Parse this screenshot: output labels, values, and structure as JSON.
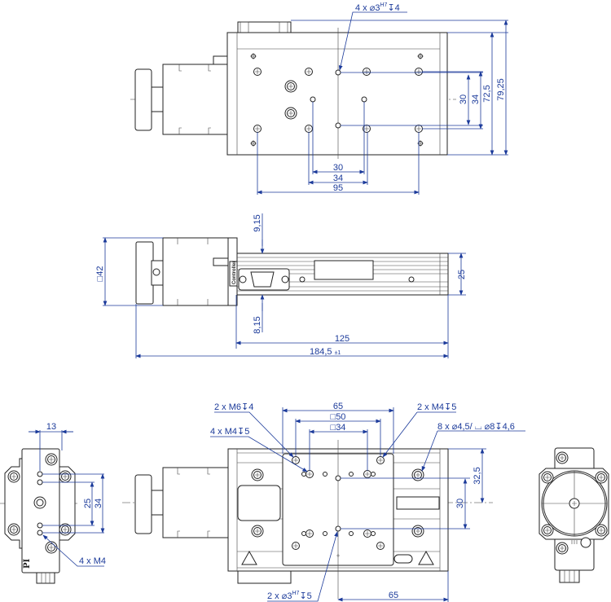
{
  "top_view": {
    "callout_hole": {
      "text": "4 x ⌀3",
      "fit": "H7",
      "depth": "↧4"
    },
    "dim_h": [
      "30",
      "34",
      "95"
    ],
    "dim_v": [
      "30",
      "34",
      "72,5",
      "79,25"
    ]
  },
  "side_view": {
    "dim_9_15": "9,15",
    "dim_42": "□42",
    "dim_25": "25",
    "dim_8_15": "8,15",
    "dim_125": "125",
    "dim_184": "184,5",
    "dim_184_tol": "±1",
    "connector_label": "Controller"
  },
  "bottom_view": {
    "callout_m6": "2 x M6↧4",
    "callout_m4_2": "2 x M4↧5",
    "callout_m4_4": "4 x M4↧5",
    "callout_8x": "8 x ⌀4,5/ ⌴ ⌀8↧4,6",
    "callout_pin": {
      "text": "2 x ⌀3",
      "fit": "H7",
      "depth": "↧5"
    },
    "dim_65_top": "65",
    "dim_50": "□50",
    "dim_34": "□34",
    "dim_32_5": "32,5",
    "dim_30": "30",
    "dim_65_bottom": "65"
  },
  "end_view_left": {
    "dim_13": "13",
    "dim_25": "25",
    "dim_34": "34",
    "callout_m4": "4 x M4",
    "logo": "PI"
  }
}
